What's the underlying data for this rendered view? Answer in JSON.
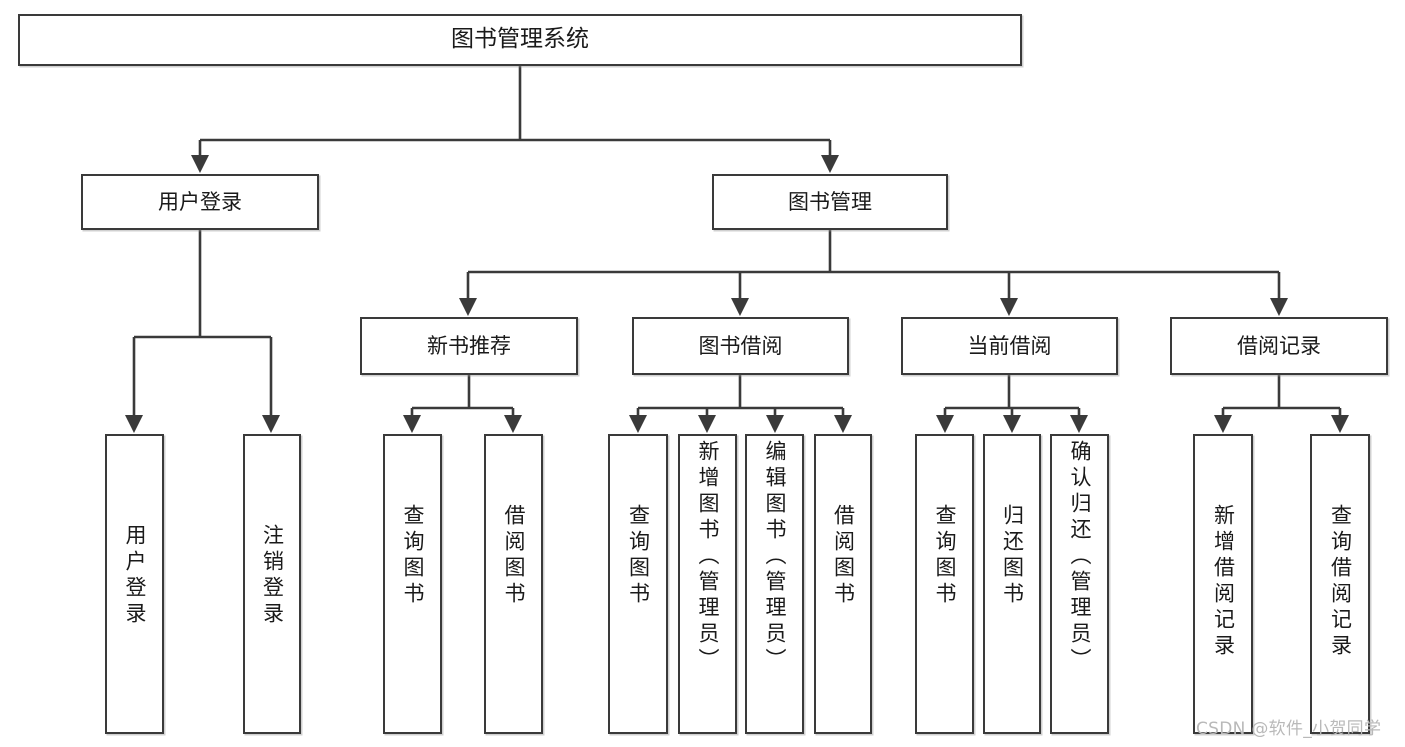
{
  "diagram": {
    "title": "图书管理系统",
    "type": "hierarchy-tree",
    "root": {
      "label": "图书管理系统"
    },
    "level1": [
      {
        "label": "用户登录"
      },
      {
        "label": "图书管理"
      }
    ],
    "level2": [
      {
        "label": "新书推荐"
      },
      {
        "label": "图书借阅"
      },
      {
        "label": "当前借阅"
      },
      {
        "label": "借阅记录"
      }
    ],
    "leaves": {
      "login_children": [
        {
          "label": "用户登录"
        },
        {
          "label": "注销登录"
        }
      ],
      "newbook_children": [
        {
          "label": "查询图书"
        },
        {
          "label": "借阅图书"
        }
      ],
      "borrow_children": [
        {
          "label": "查询图书"
        },
        {
          "label": "新增图书（管理员）"
        },
        {
          "label": "编辑图书（管理员）"
        },
        {
          "label": "借阅图书"
        }
      ],
      "current_children": [
        {
          "label": "查询图书"
        },
        {
          "label": "归还图书"
        },
        {
          "label": "确认归还（管理员）"
        }
      ],
      "record_children": [
        {
          "label": "新增借阅记录"
        },
        {
          "label": "查询借阅记录"
        }
      ]
    },
    "colors": {
      "stroke": "#3a3a3a",
      "fill": "#ffffff",
      "text": "#1a1a1a",
      "watermark": "#b9b9b9"
    }
  },
  "watermark": {
    "text": "CSDN @软件_小贺同学"
  }
}
